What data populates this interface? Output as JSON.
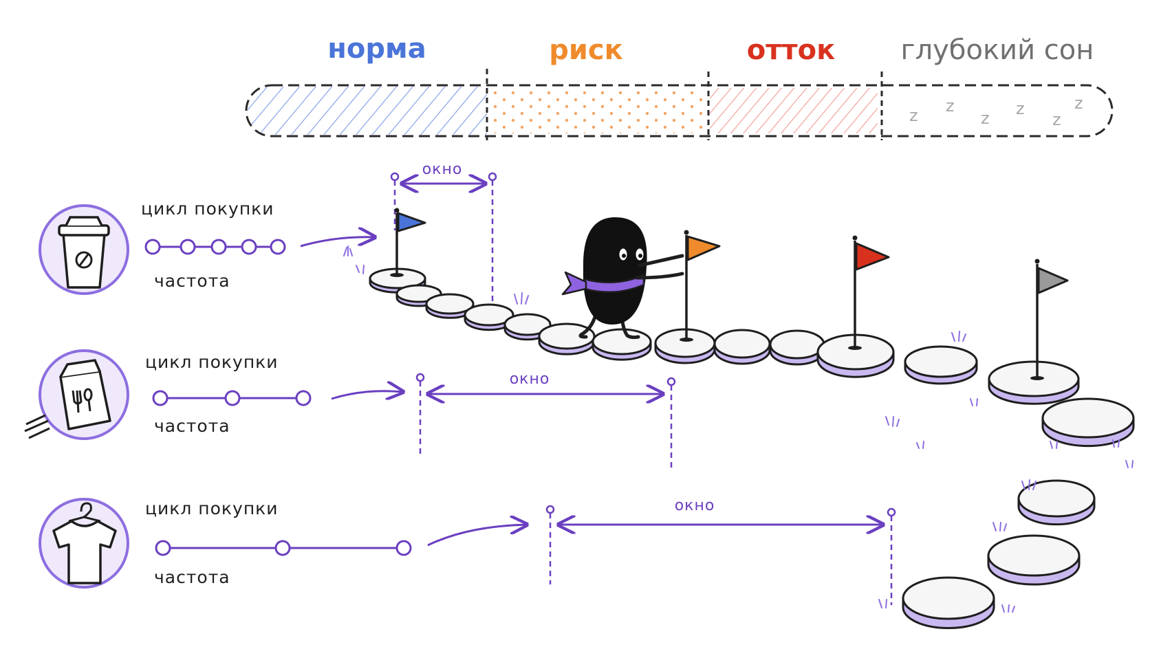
{
  "stages": [
    {
      "label": "норма",
      "color": "#4a74d8"
    },
    {
      "label": "риск",
      "color": "#ef8b2c"
    },
    {
      "label": "отток",
      "color": "#d8321f"
    },
    {
      "label": "глубокий сон",
      "color": "#707070"
    }
  ],
  "sleep_glyph": "z",
  "rows": [
    {
      "icon": "coffee-cup-icon",
      "cycle_label": "цикл покупки",
      "freq_label": "частота",
      "window_label": "окно"
    },
    {
      "icon": "food-bag-icon",
      "cycle_label": "цикл покупки",
      "freq_label": "частота",
      "window_label": "окно"
    },
    {
      "icon": "t-shirt-icon",
      "cycle_label": "цикл покупки",
      "freq_label": "частота",
      "window_label": "окно"
    }
  ],
  "flags": [
    {
      "stage": "норма",
      "color": "#4a74d8"
    },
    {
      "stage": "риск",
      "color": "#ef8b2c"
    },
    {
      "stage": "отток",
      "color": "#d8321f"
    },
    {
      "stage": "глубокий сон",
      "color": "#9a9a9a"
    }
  ],
  "accent_color": "#6a3fc0"
}
